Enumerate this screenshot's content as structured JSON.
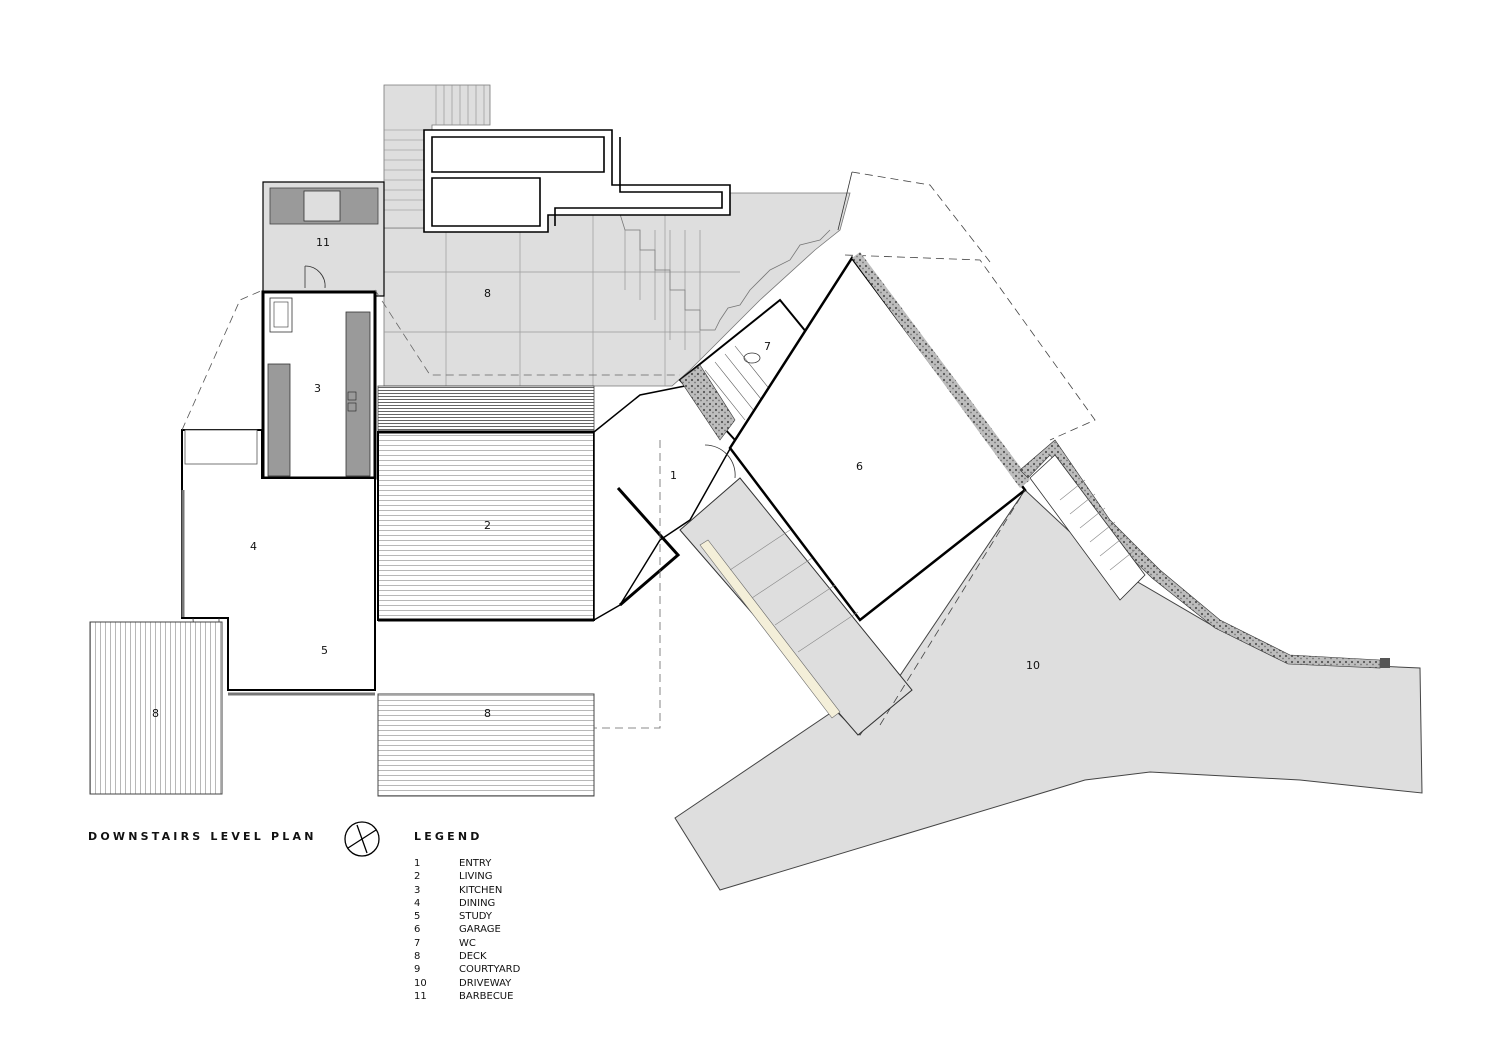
{
  "plan": {
    "title": "DOWNSTAIRS LEVEL PLAN",
    "north_symbol": "north-arrow-icon",
    "room_labels": {
      "entry": "1",
      "living": "2",
      "kitchen": "3",
      "dining": "4",
      "study": "5",
      "garage": "6",
      "wc": "7",
      "deck_north": "8",
      "deck_west": "8",
      "deck_south": "8",
      "driveway": "10",
      "barbecue": "11"
    }
  },
  "legend": {
    "title": "LEGEND",
    "items": [
      {
        "num": "1",
        "label": "ENTRY"
      },
      {
        "num": "2",
        "label": "LIVING"
      },
      {
        "num": "3",
        "label": "KITCHEN"
      },
      {
        "num": "4",
        "label": "DINING"
      },
      {
        "num": "5",
        "label": "STUDY"
      },
      {
        "num": "6",
        "label": "GARAGE"
      },
      {
        "num": "7",
        "label": "WC"
      },
      {
        "num": "8",
        "label": "DECK"
      },
      {
        "num": "9",
        "label": "COURTYARD"
      },
      {
        "num": "10",
        "label": "DRIVEWAY"
      },
      {
        "num": "11",
        "label": "BARBECUE"
      }
    ]
  },
  "colors": {
    "paving": "#dedede",
    "counter": "#9a9a9a",
    "wall": "#000000",
    "line": "#333333"
  }
}
